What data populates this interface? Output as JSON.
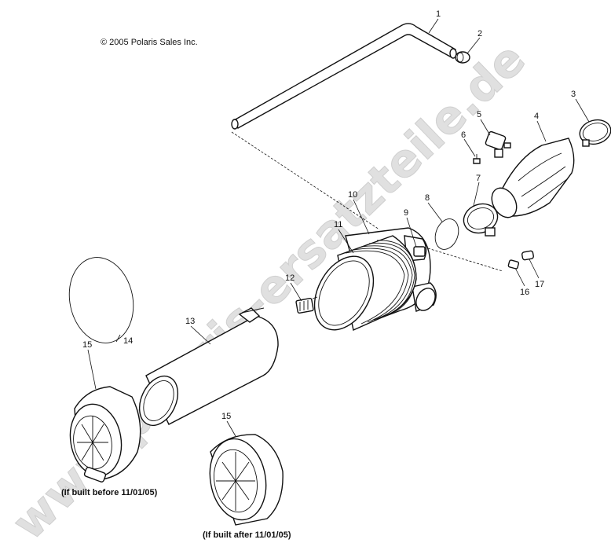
{
  "copyright": "© 2005 Polaris Sales Inc.",
  "watermark": "www.polaris-ersatzteile.de",
  "notes": {
    "before": "(If built before 11/01/05)",
    "after": "(If built after 11/01/05)"
  },
  "callouts": {
    "c1": "1",
    "c2": "2",
    "c3": "3",
    "c4": "4",
    "c5": "5",
    "c6": "6",
    "c7": "7",
    "c8": "8",
    "c9": "9",
    "c10": "10",
    "c11": "11",
    "c12": "12",
    "c13": "13",
    "c14": "14",
    "c15a": "15",
    "c15b": "15",
    "c16": "16",
    "c17": "17"
  }
}
